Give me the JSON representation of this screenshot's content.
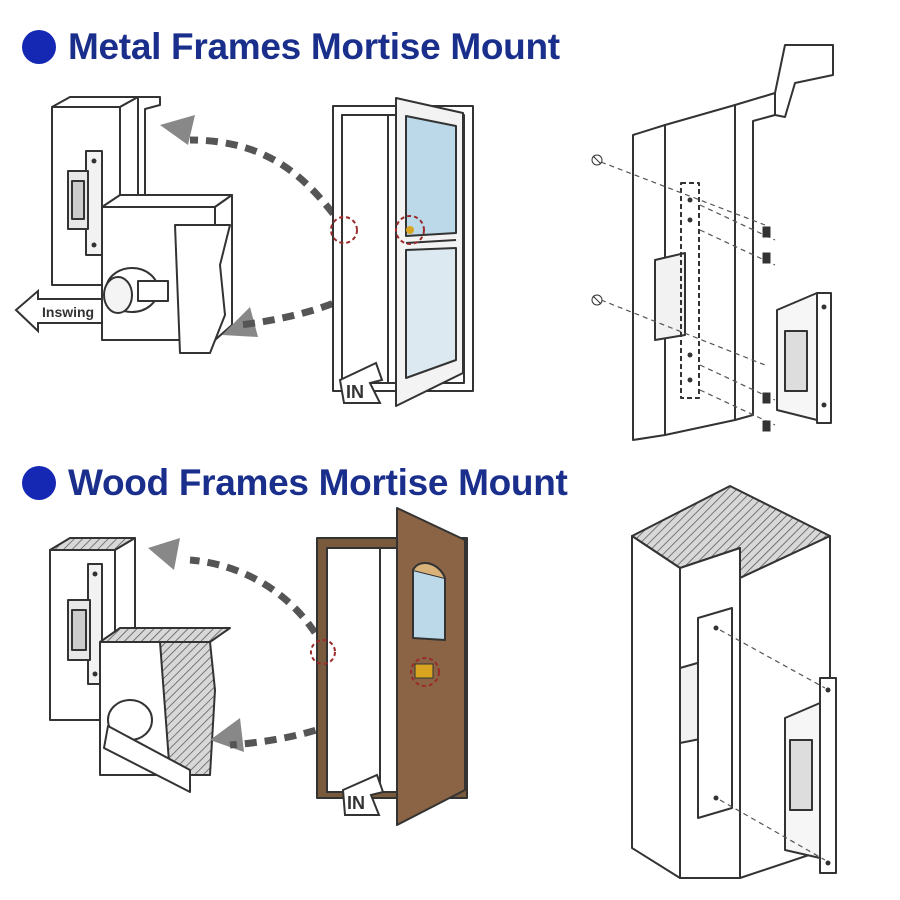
{
  "sections": [
    {
      "title": "Metal Frames Mortise Mount",
      "inswing_label": "Inswing",
      "in_label": "IN"
    },
    {
      "title": "Wood Frames Mortise Mount",
      "in_label": "IN"
    }
  ],
  "colors": {
    "title": "#1a2f8c",
    "bullet": "#1428b4",
    "line": "#333333",
    "glass": "#bcd9ea",
    "wood_door": "#8a6444",
    "wood_frame": "#7a5a3c",
    "highlight": "#9b2a2a",
    "brass": "#d9a520"
  },
  "icons": [
    "bullet-dot-icon",
    "inswing-arrow-icon",
    "in-arrow-icon",
    "curved-arrow-icon",
    "screw-icon"
  ]
}
